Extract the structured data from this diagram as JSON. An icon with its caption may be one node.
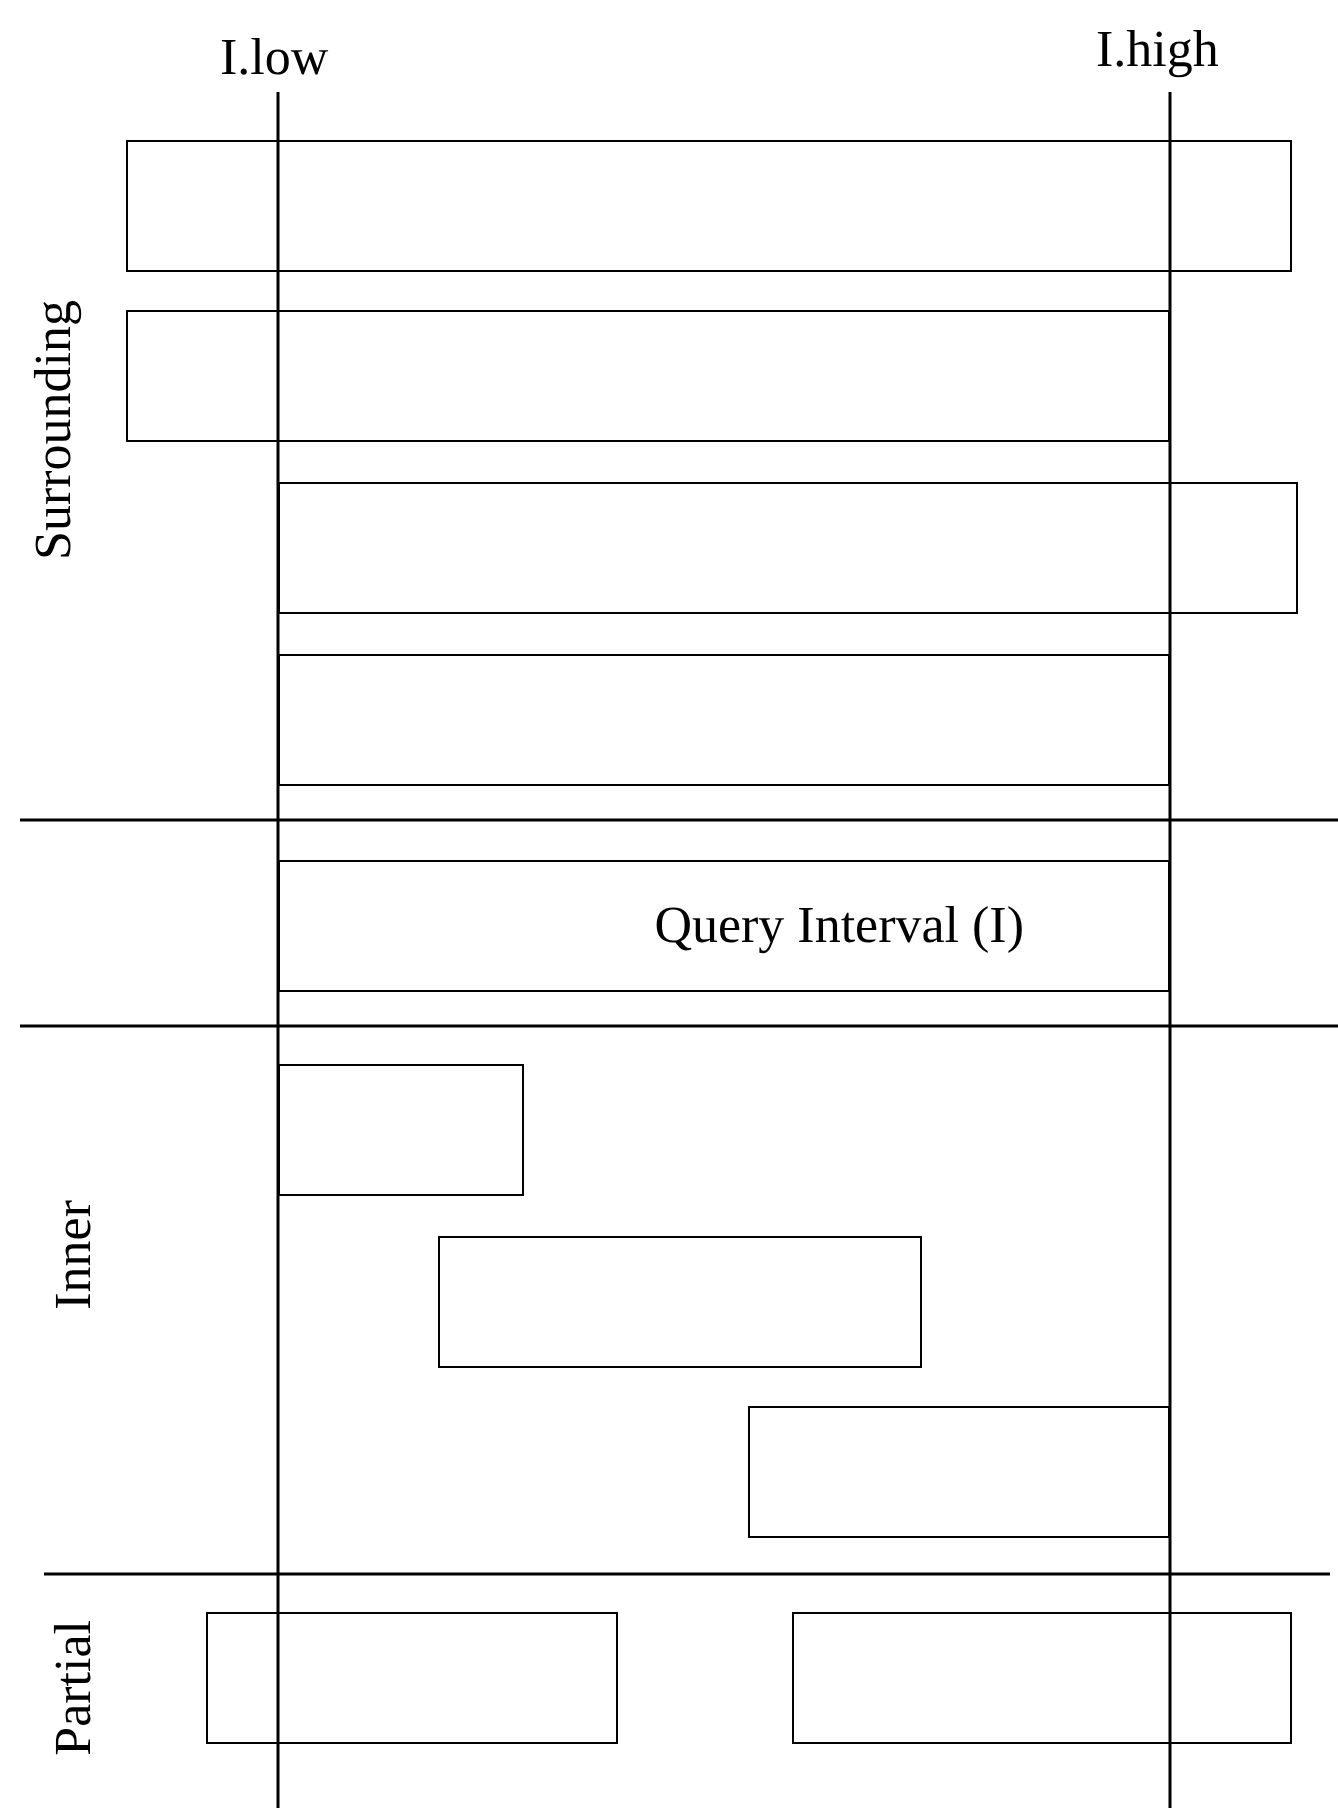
{
  "diagram": {
    "nodes": [
      {
        "text": [],
        "shape": "box"
      },
      {
        "text": [],
        "shape": "box"
      },
      {
        "text": [],
        "shape": "box"
      },
      {
        "text": [],
        "shape": "box"
      },
      {
        "text": [
          "Query Interval (I)"
        ]
      },
      {
        "text": [],
        "shape": "box"
      },
      {
        "text": [],
        "shape": "box"
      },
      {
        "text": [],
        "shape": "box"
      },
      {
        "text": [],
        "shape": "box"
      },
      {
        "text": [],
        "shape": "box"
      }
    ],
    "edges": [],
    "labels": [
      "I.low",
      "I.high",
      "Surrounding",
      "Inner",
      "Partial"
    ]
  }
}
